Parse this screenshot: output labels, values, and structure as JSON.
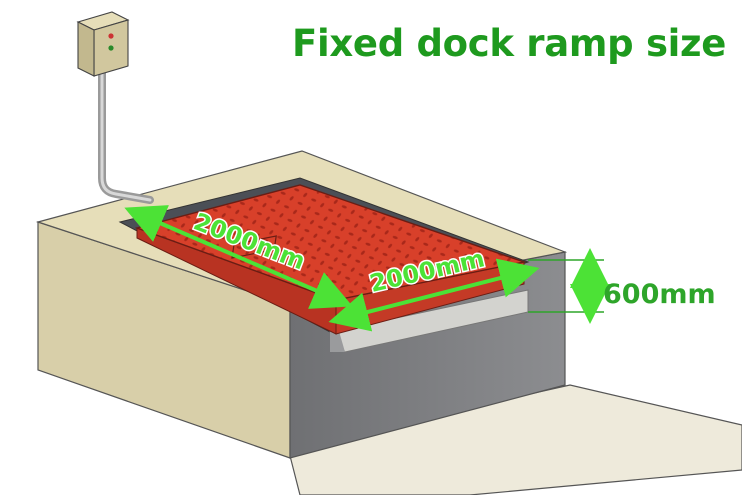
{
  "title": "Fixed dock ramp size",
  "dimensions": {
    "length_label": "2000mm",
    "width_label": "2000mm",
    "depth_label": "600mm"
  },
  "colors": {
    "title_green": "#1e9a1e",
    "dimension_green": "#4ce236",
    "plate_red": "#d8402a",
    "concrete_top": "#e6deb9",
    "concrete_side": "#7f8083",
    "pit_floor": "#d3d3cf",
    "ground": "#eeeadb"
  },
  "icons": [
    "control-box-icon"
  ]
}
